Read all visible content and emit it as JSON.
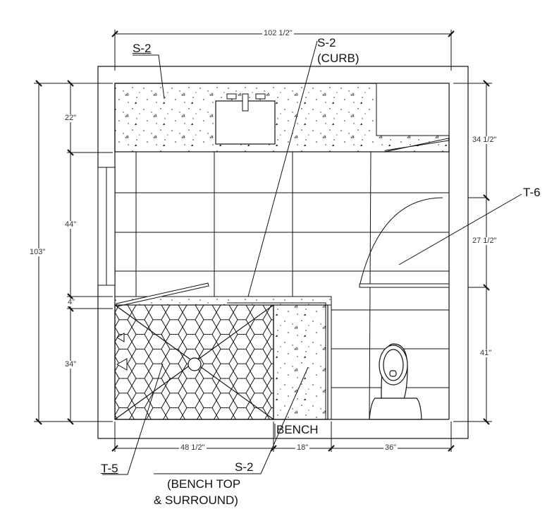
{
  "drawing": {
    "type": "bathroom floor plan",
    "dimensions": {
      "top_overall": "102 1/2\"",
      "left_overall": "103\"",
      "left_segments": [
        "22\"",
        "44\"",
        "4\"",
        "34\""
      ],
      "right_segments": [
        "34 1/2\"",
        "27 1/2\"",
        "41\""
      ],
      "bottom_segments": [
        "48 1/2\"",
        "18\"",
        "36\""
      ]
    },
    "callouts": {
      "s2_vanity": "S-2",
      "s2_curb_code": "S-2",
      "s2_curb_note": "(CURB)",
      "t6": "T-6",
      "t5": "T-5",
      "s2_bench_code": "S-2",
      "s2_bench_note1": "(BENCH TOP",
      "s2_bench_note2": "& SURROUND)",
      "bench": "BENCH"
    },
    "colors": {
      "line": "#111111",
      "background": "#ffffff"
    }
  }
}
